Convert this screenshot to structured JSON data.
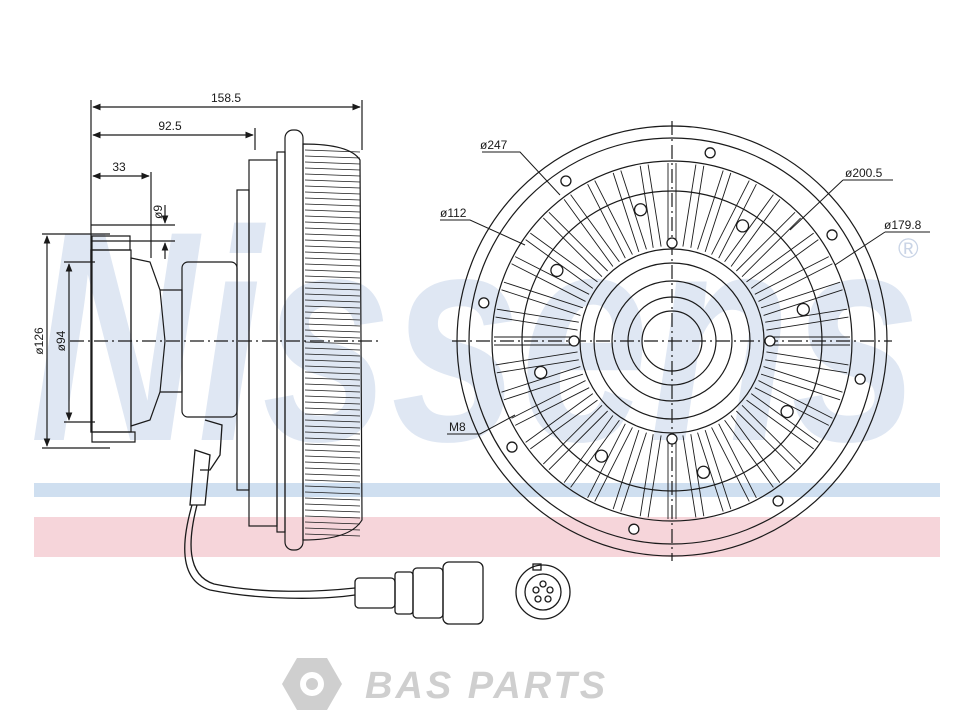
{
  "brand": {
    "watermark": "Nissens",
    "registered": "®",
    "footer_logo": "BAS PARTS"
  },
  "dimensions": {
    "total_length": "158.5",
    "mid_length": "92.5",
    "hub_length": "33",
    "dia_9": "ø9",
    "dia_126": "ø126",
    "dia_94": "ø94",
    "dia_247": "ø247",
    "dia_200_5": "ø200.5",
    "dia_112": "ø112",
    "dia_179_8": "ø179.8",
    "thread_m8": "M8"
  },
  "colors": {
    "line": "#1a1a1a",
    "watermark_blue": "#dfe7f3",
    "stripe_blue": "#cfdff0",
    "stripe_pink": "#f6d5da",
    "footer_gray": "#cfcfcf"
  }
}
